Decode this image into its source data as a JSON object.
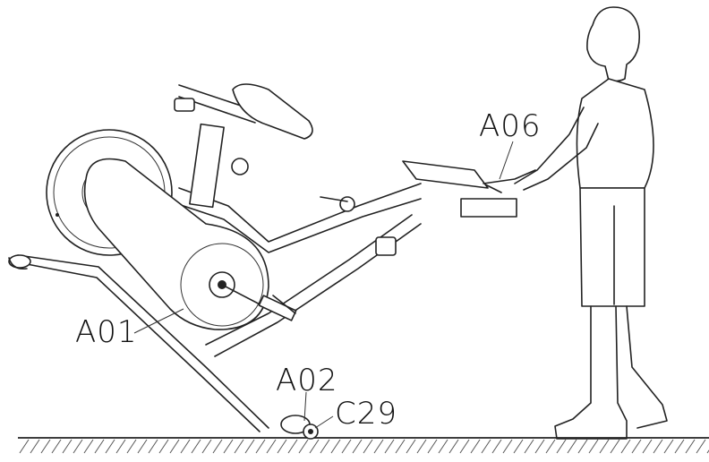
{
  "labels": {
    "a01": "A01",
    "a02": "A02",
    "a06": "A06",
    "c29": "C29"
  },
  "colors": {
    "line": "#222222",
    "background": "#ffffff",
    "ground_hatch": "#555555"
  }
}
